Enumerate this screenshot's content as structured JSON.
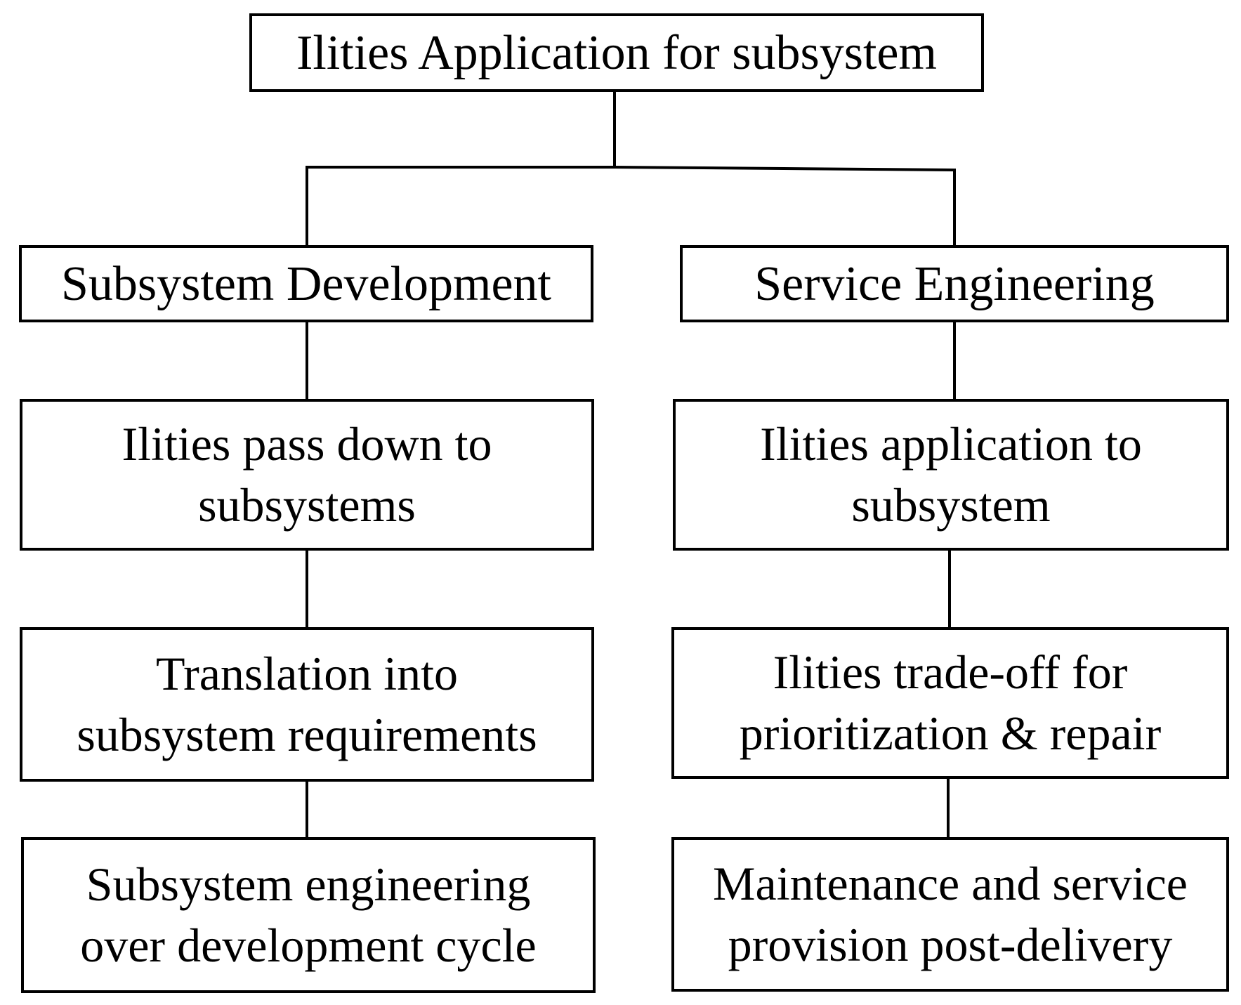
{
  "root": {
    "label": "Ilities Application for subsystem"
  },
  "left_branch": {
    "header": "Subsystem Development",
    "steps": [
      "Ilities pass down to\nsubsystems",
      "Translation into\nsubsystem requirements",
      "Subsystem engineering\nover development cycle"
    ]
  },
  "right_branch": {
    "header": "Service Engineering",
    "steps": [
      "Ilities application to\nsubsystem",
      "Ilities trade-off for\nprioritization & repair",
      "Maintenance and service\nprovision post-delivery"
    ]
  }
}
